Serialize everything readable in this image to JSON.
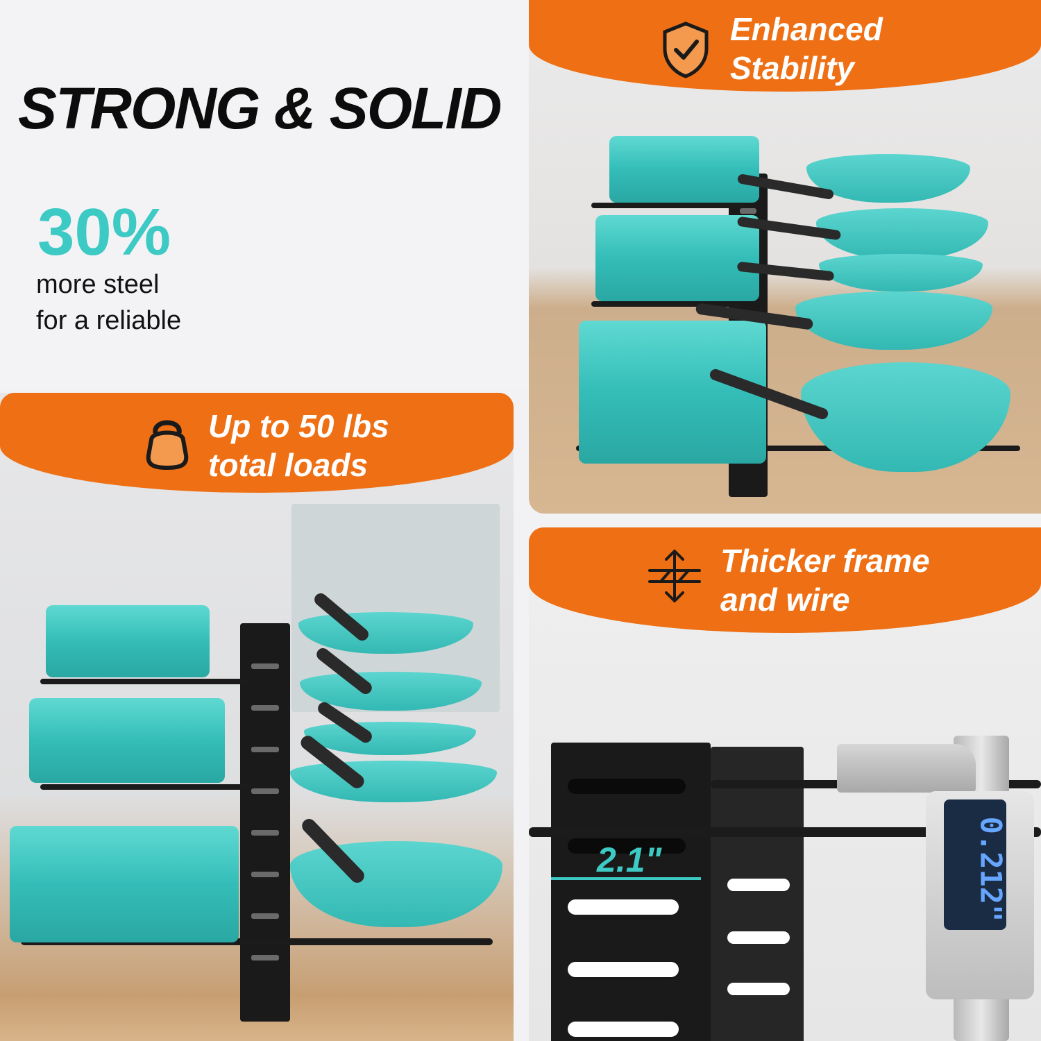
{
  "headline": "STRONG & SOLID",
  "stat": {
    "value": "30%",
    "line1": "more steel",
    "line2": "for a reliable"
  },
  "features": [
    {
      "icon": "shield-check-icon",
      "line1": "Enhanced",
      "line2": "Stability"
    },
    {
      "icon": "kettlebell-icon",
      "line1": "Up to 50 lbs",
      "line2": "total  loads"
    },
    {
      "icon": "thickness-arrows-icon",
      "line1": "Thicker frame",
      "line2": "and wire"
    }
  ],
  "measurement": "2.1\"",
  "caliper_reading": "0.212\"",
  "colors": {
    "accent_orange": "#ee6f14",
    "teal": "#3dc9c4",
    "black": "#0c0c0c"
  }
}
